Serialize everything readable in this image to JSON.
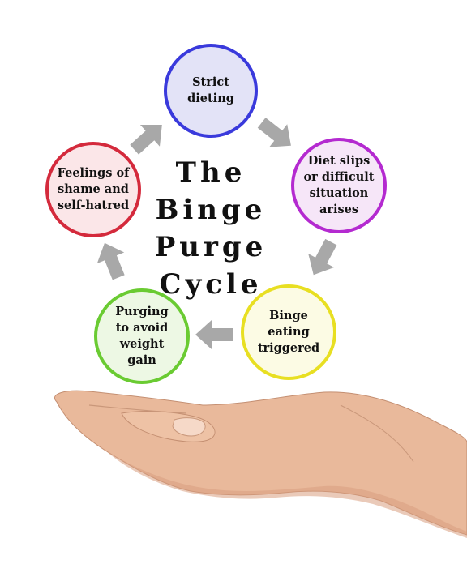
{
  "title": {
    "line1": "The",
    "line2": "Binge",
    "line3": "Purge",
    "line4": "Cycle"
  },
  "nodes": [
    {
      "label": "Strict\ndieting",
      "color": "#3a3adc",
      "fill": "#e3e3f7"
    },
    {
      "label": "Diet slips\nor difficult\nsituation\narises",
      "color": "#b42ad0",
      "fill": "#f6e6f8"
    },
    {
      "label": "Binge\neating\ntriggered",
      "color": "#e8df22",
      "fill": "#fcfbe4"
    },
    {
      "label": "Purging\nto avoid\nweight\ngain",
      "color": "#6acb32",
      "fill": "#edf8e4"
    },
    {
      "label": "Feelings of\nshame and\nself-hatred",
      "color": "#d42a3c",
      "fill": "#fbe6e8"
    }
  ],
  "arrow_color": "#a8a8a8",
  "hand_color": "#e8b89a"
}
